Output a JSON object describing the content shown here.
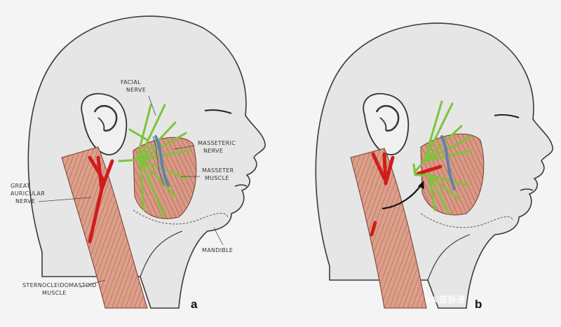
{
  "figure_a": {
    "panel_label": "a",
    "labels": {
      "facial_nerve_line1": "FACIAL",
      "facial_nerve_line2": "NERVE",
      "masseteric_nerve_line1": "MASSETERIC",
      "masseteric_nerve_line2": "NERVE",
      "masseter_muscle_line1": "MASSETER",
      "masseter_muscle_line2": "MUSCLE",
      "great_auricular_line1": "GREAT",
      "great_auricular_line2": "AURICULAR",
      "great_auricular_line3": "NERVE",
      "mandible": "MANDIBLE",
      "scm_line1": "STERNOCLEIDOMASTOID",
      "scm_line2": "MUSCLE"
    }
  },
  "figure_b": {
    "panel_label": "b"
  },
  "watermark": {
    "text": "NA|医脉通"
  },
  "colors": {
    "background": "#f4f4f4",
    "head_fill": "#e6e6e6",
    "outline": "#3a3a3a",
    "muscle": "#d99a86",
    "muscle_stripe": "#b8604c",
    "nerve_green": "#7cc43c",
    "artery_red": "#d01c1c",
    "vein_blue": "#5f7fb2"
  }
}
